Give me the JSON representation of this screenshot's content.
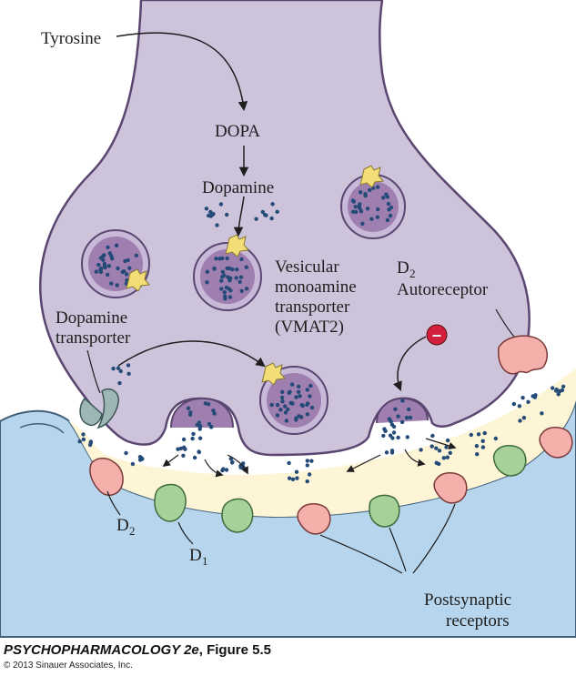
{
  "labels": {
    "tyrosine": "Tyrosine",
    "dopa": "DOPA",
    "dopamine": "Dopamine",
    "vmat_line1": "Vesicular",
    "vmat_line2": "monoamine",
    "vmat_line3": "transporter",
    "vmat_line4": "(VMAT2)",
    "d2_auto_main": "D",
    "d2_auto_sub": "2",
    "autoreceptor": "Autoreceptor",
    "dat_line1": "Dopamine",
    "dat_line2": "transporter",
    "d2_main": "D",
    "d2_sub": "2",
    "d1_main": "D",
    "d1_sub": "1",
    "post_line1": "Postsynaptic",
    "post_line2": "receptors",
    "inhibit_symbol": "–"
  },
  "caption": {
    "title_italic": "PSYCHOPHARMACOLOGY 2e",
    "title_rest": ", Figure 5.5",
    "copyright": "© 2013 Sinauer Associates, Inc."
  },
  "colors": {
    "terminal": "#cdc3da",
    "terminal_outline": "#5a4670",
    "cleft": "#fdf5d6",
    "postsynaptic": "#b7d6ee",
    "vesicle": "#9e7fb0",
    "dopamine_dot": "#244a78",
    "vmat": "#f2dd76",
    "d1_receptor": "#a6d29a",
    "d2_receptor": "#f5b0ab",
    "transporter": "#9eb6b6",
    "inhibit": "#d21f3c"
  }
}
